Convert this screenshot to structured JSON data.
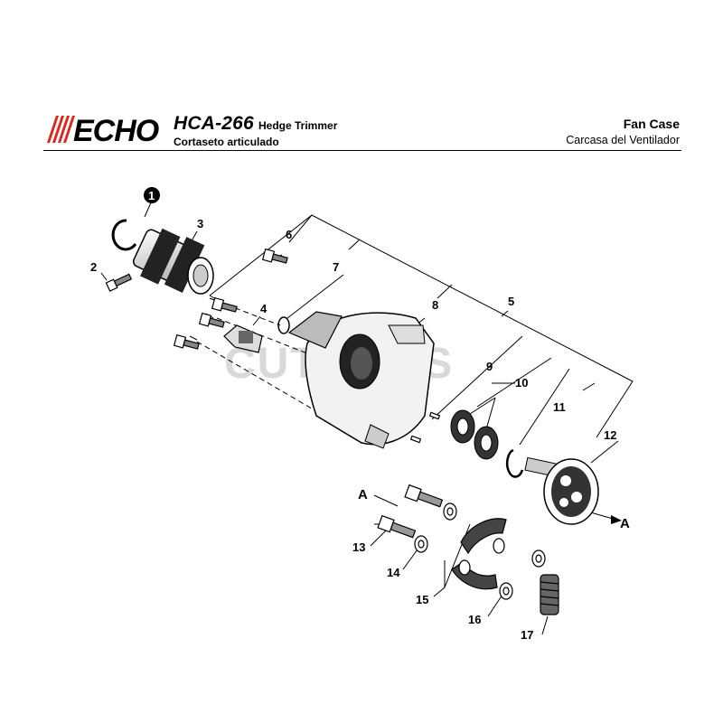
{
  "header": {
    "brand": "ECHO",
    "model": "HCA-266",
    "model_desc": "Hedge Trimmer",
    "model_desc_es": "Cortaseto articulado",
    "section_title": "Fan Case",
    "section_title_es": "Carcasa del Ventilador",
    "brand_color": "#e2231a"
  },
  "watermark": "CUTTER'S",
  "callouts": {
    "circled_1": "1",
    "p2": "2",
    "p3": "3",
    "p4": "4",
    "p5": "5",
    "p6": "6",
    "p7": "7",
    "p8": "8",
    "p9": "9",
    "p10": "10",
    "p11": "11",
    "p12": "12",
    "p13": "13",
    "p14": "14",
    "p15": "15",
    "p16": "16",
    "p17": "17",
    "ref_a_left": "A",
    "ref_a_right": "A"
  }
}
